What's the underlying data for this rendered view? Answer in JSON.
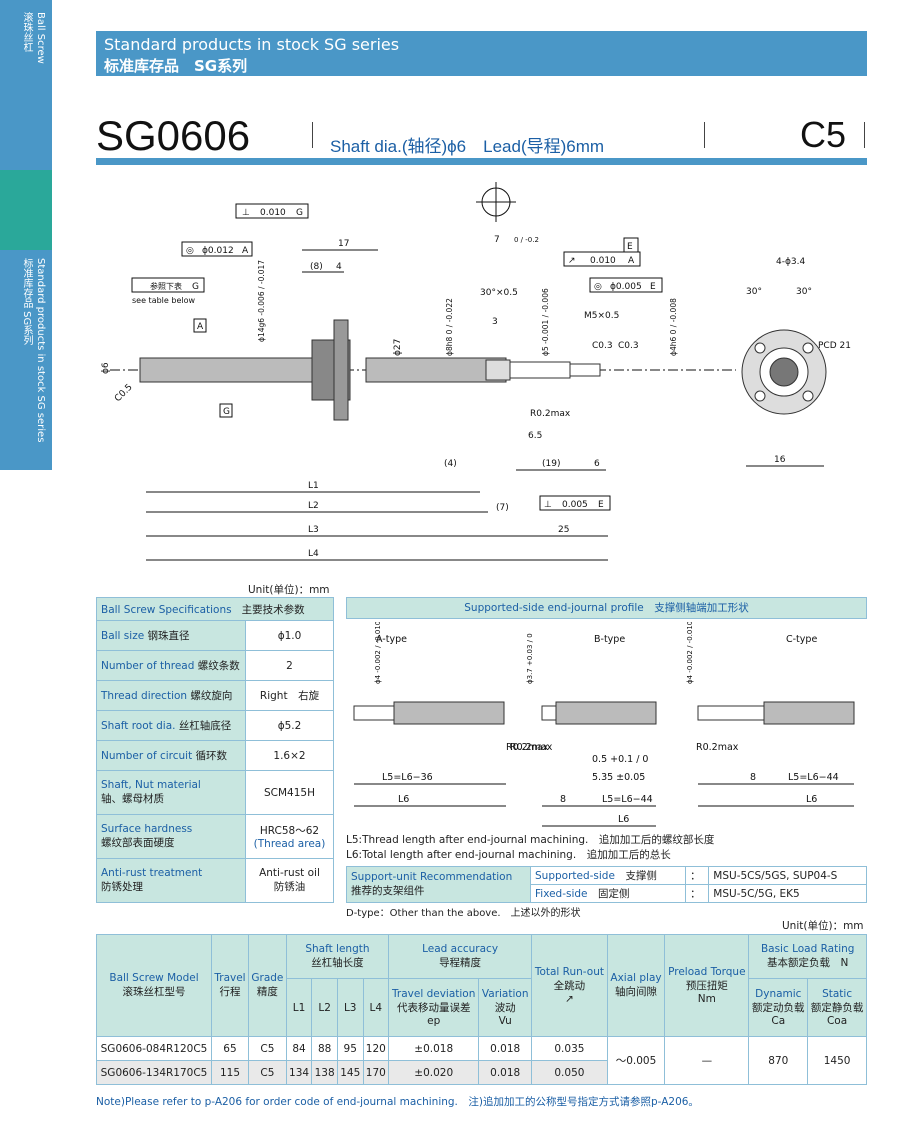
{
  "side": {
    "tab1_en": "Ball Screw",
    "tab1_cn": "滚珠丝杠",
    "tab2_en": "Standard products in stock  SG  series",
    "tab2_cn": "标准库存品  SG系列"
  },
  "header": {
    "line1": "Standard products in stock SG series",
    "line2": "标准库存品　SG系列"
  },
  "model": {
    "name": "SG0606",
    "shaft_label": "Shaft dia.(轴径)ϕ6　Lead(导程)6mm",
    "grade": "C5"
  },
  "drawing": {
    "tol1": "0.010",
    "tol1_ref": "G",
    "tol2": "ϕ0.012",
    "tol2_ref": "A",
    "ref_note": "参照下表",
    "ref_g": "G",
    "see_table": "see table below",
    "dim_17": "17",
    "dim_8": "(8)",
    "dim_4": "4",
    "dim_7": "7",
    "dim_7tol": "0 / -0.2",
    "dim_3": "3",
    "chamfer": "30°×0.5",
    "m5": "M5×0.5",
    "c03a": "C0.3",
    "c03b": "C0.3",
    "tol_e1": "0.010",
    "tol_e1_ref": "A",
    "e_box": "E",
    "tol_e2": "ϕ0.005",
    "tol_e2_ref": "E",
    "phi6": "ϕ6",
    "phi14": "ϕ14g6 -0.006 / -0.017",
    "phi27": "ϕ27",
    "phi8": "ϕ8h8 0 / -0.022",
    "phi5": "ϕ5 -0.001 / -0.006",
    "phi4": "ϕ4h6 0 / -0.008",
    "c05": "C0.5",
    "r02": "R0.2max",
    "dim_65": "6.5",
    "dim_4b": "(4)",
    "dim_19": "(19)",
    "dim_6": "6",
    "dim_7b": "(7)",
    "tol_e3": "0.005",
    "tol_e3_ref": "E",
    "dim_25": "25",
    "l1": "L1",
    "l2": "L2",
    "l3": "L3",
    "l4": "L4",
    "a_label": "A",
    "g_label": "G",
    "flange_holes": "4-ϕ3.4",
    "ang1": "30°",
    "ang2": "30°",
    "pcd": "PCD 21",
    "dim_16": "16"
  },
  "unit_label": "Unit(单位)：mm",
  "spec": {
    "title_en": "Ball Screw Specifications",
    "title_cn": "主要技术参数",
    "rows": [
      {
        "k_en": "Ball size",
        "k_cn": "钢珠直径",
        "v": "ϕ1.0"
      },
      {
        "k_en": "Number of thread",
        "k_cn": "螺纹条数",
        "v": "2"
      },
      {
        "k_en": "Thread direction",
        "k_cn": "螺纹旋向",
        "v": "Right　右旋"
      },
      {
        "k_en": "Shaft root dia.",
        "k_cn": "丝杠轴底径",
        "v": "ϕ5.2"
      },
      {
        "k_en": "Number of circuit",
        "k_cn": "循环数",
        "v": "1.6×2"
      },
      {
        "k_en": "Shaft, Nut material",
        "k_cn": "轴、螺母材质",
        "v": "SCM415H"
      },
      {
        "k_en": "Surface hardness",
        "k_cn": "螺纹部表面硬度",
        "v": "HRC58～62",
        "v2": "(Thread area)"
      },
      {
        "k_en": "Anti-rust treatment",
        "k_cn": "防锈处理",
        "v": "Anti-rust oil",
        "v2": "防锈油"
      }
    ]
  },
  "profile": {
    "title": "Supported-side end-journal profile　支撑侧轴端加工形状",
    "a_type": "A-type",
    "b_type": "B-type",
    "c_type": "C-type",
    "a_l5": "L5=L6−36",
    "a_l6": "L6",
    "a_dim": "ϕ4 -0.002 / -0.010",
    "a_r": "R0.2max",
    "b_dim1": "ϕ3.7 +0.03 / 0",
    "b_r": "R0.2max",
    "b_05": "0.5 +0.1 / 0",
    "b_535": "5.35 ±0.05",
    "b_8": "8",
    "b_l5": "L5=L6−44",
    "b_l6": "L6",
    "c_dim": "ϕ4 -0.002 / -0.010",
    "c_r": "R0.2max",
    "c_8": "8",
    "c_l5": "L5=L6−44",
    "c_l6": "L6",
    "note1": "L5:Thread length after end-journal machining.　追加加工后的螺纹部长度",
    "note2": "L6:Total length after end-journal machining.　追加加工后的总长"
  },
  "support": {
    "title_en": "Support-unit Recommendation",
    "title_cn": "推荐的支架组件",
    "rows": [
      {
        "side_en": "Supported-side",
        "side_cn": "支撑侧",
        "colon": "：",
        "value": "MSU-5CS/5GS, SUP04-S"
      },
      {
        "side_en": "Fixed-side",
        "side_cn": "固定侧",
        "colon": "：",
        "value": "MSU-5C/5G, EK5"
      }
    ],
    "dtype": "D-type：Other than the above.　上述以外的形状"
  },
  "main_table": {
    "unit": "Unit(单位)：mm",
    "h_model_en": "Ball Screw Model",
    "h_model_cn": "滚珠丝杠型号",
    "h_travel_en": "Travel",
    "h_travel_cn": "行程",
    "h_grade_en": "Grade",
    "h_grade_cn": "精度",
    "h_shaft_en": "Shaft length",
    "h_shaft_cn": "丝杠轴长度",
    "h_l1": "L1",
    "h_l2": "L2",
    "h_l3": "L3",
    "h_l4": "L4",
    "h_lead_en": "Lead accuracy",
    "h_lead_cn": "导程精度",
    "h_dev_en": "Travel deviation",
    "h_dev_cn": "代表移动量误差",
    "h_dev_sym": "ep",
    "h_var_en": "Variation",
    "h_var_cn": "波动",
    "h_var_sym": "Vu",
    "h_runout_en": "Total Run-out",
    "h_runout_cn": "全跳动",
    "h_axial_en": "Axial play",
    "h_axial_cn": "轴向间隙",
    "h_preload_en": "Preload Torque",
    "h_preload_cn": "预压扭矩",
    "h_preload_unit": "Nm",
    "h_load_en": "Basic Load Rating",
    "h_load_cn": "基本额定负载　N",
    "h_dyn_en": "Dynamic",
    "h_dyn_cn": "额定动负载",
    "h_dyn_sym": "Ca",
    "h_sta_en": "Static",
    "h_sta_cn": "额定静负载",
    "h_sta_sym": "Coa",
    "rows": [
      {
        "model": "SG0606-084R120C5",
        "travel": "65",
        "grade": "C5",
        "l1": "84",
        "l2": "88",
        "l3": "95",
        "l4": "120",
        "dev": "±0.018",
        "var": "0.018",
        "runout": "0.035"
      },
      {
        "model": "SG0606-134R170C5",
        "travel": "115",
        "grade": "C5",
        "l1": "134",
        "l2": "138",
        "l3": "145",
        "l4": "170",
        "dev": "±0.020",
        "var": "0.018",
        "runout": "0.050"
      }
    ],
    "axial": "～0.005",
    "preload": "—",
    "dynamic": "870",
    "static": "1450",
    "note": "Note)Please refer to p-A206 for order code of end-journal machining.　注)追加加工的公称型号指定方式请参照p-A206。"
  }
}
